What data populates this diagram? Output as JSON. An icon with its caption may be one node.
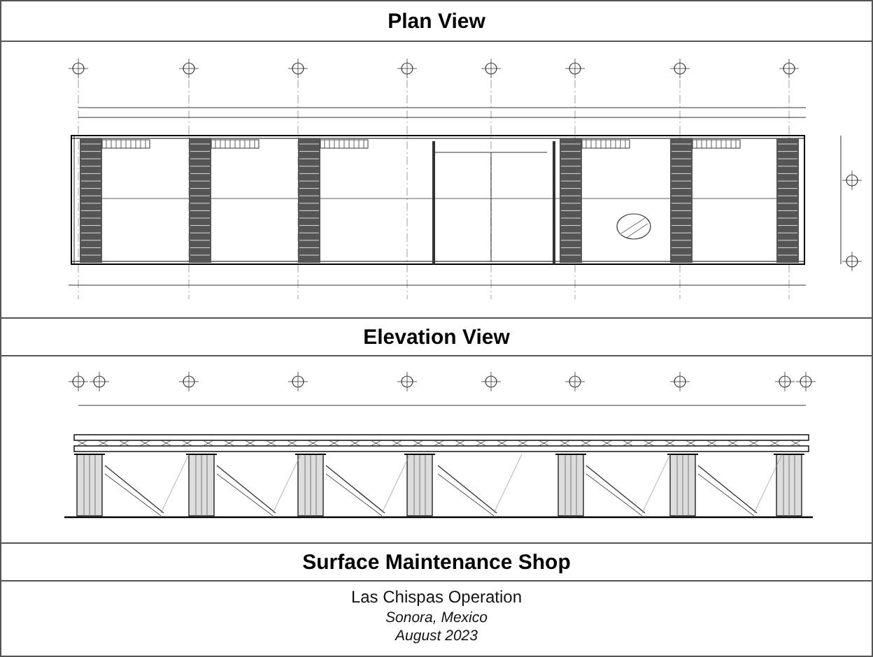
{
  "diagram": {
    "labels": [
      "Plan View",
      "Elevation View",
      "Surface Maintenance Shop",
      "Las Chispas Operation",
      "Sonora, Mexico",
      "August 2023"
    ]
  }
}
